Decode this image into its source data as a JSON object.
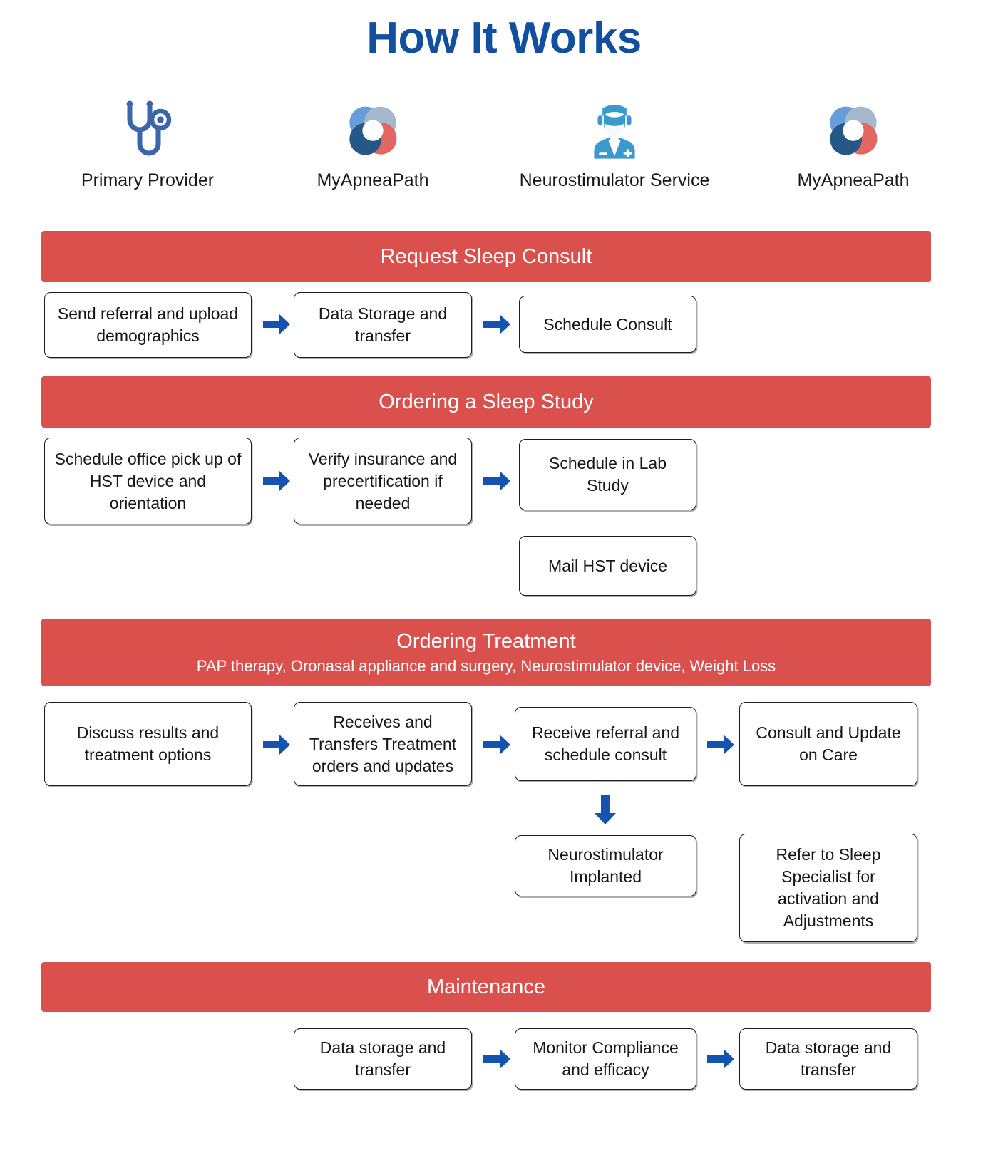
{
  "title": "How It Works",
  "colors": {
    "title_blue": "#11509e",
    "band_red": "#d9504d",
    "arrow_blue": "#1453b0",
    "box_border": "#1c1c1c",
    "stethoscope_blue": "#3b67aa",
    "doctor_blue": "#3a9ad0"
  },
  "columns": [
    {
      "icon": "stethoscope-icon",
      "label": "Primary Provider"
    },
    {
      "icon": "myapneapath-logo-icon",
      "label": "MyApneaPath"
    },
    {
      "icon": "doctor-mask-icon",
      "label": "Neurostimulator Service"
    },
    {
      "icon": "myapneapath-logo-icon",
      "label": "MyApneaPath"
    }
  ],
  "sections": [
    {
      "id": "request-sleep-consult",
      "title": "Request Sleep Consult",
      "subtitle": "",
      "boxes": [
        {
          "id": "send-referral",
          "text": "Send referral and upload demographics"
        },
        {
          "id": "data-storage-transfer",
          "text": "Data Storage and transfer"
        },
        {
          "id": "schedule-consult",
          "text": "Schedule Consult"
        }
      ]
    },
    {
      "id": "ordering-sleep-study",
      "title": "Ordering a Sleep Study",
      "subtitle": "",
      "boxes": [
        {
          "id": "schedule-office-pickup",
          "text": "Schedule office pick up of HST device and orientation"
        },
        {
          "id": "verify-insurance",
          "text": "Verify insurance and precertification if needed"
        },
        {
          "id": "schedule-in-lab-study",
          "text": "Schedule in Lab Study"
        },
        {
          "id": "mail-hst-device",
          "text": "Mail HST device"
        }
      ]
    },
    {
      "id": "ordering-treatment",
      "title": "Ordering Treatment",
      "subtitle": "PAP therapy, Oronasal appliance and surgery, Neurostimulator device, Weight Loss",
      "boxes": [
        {
          "id": "discuss-results",
          "text": "Discuss results and treatment options"
        },
        {
          "id": "receives-transfers-orders",
          "text": "Receives and Transfers Treatment orders and updates"
        },
        {
          "id": "receive-referral-schedule",
          "text": "Receive referral and schedule consult"
        },
        {
          "id": "consult-update-care",
          "text": "Consult and Update on Care"
        },
        {
          "id": "neurostimulator-implanted",
          "text": "Neurostimulator Implanted"
        },
        {
          "id": "refer-sleep-specialist",
          "text": "Refer to Sleep Specialist for activation and Adjustments"
        }
      ]
    },
    {
      "id": "maintenance",
      "title": "Maintenance",
      "subtitle": "",
      "boxes": [
        {
          "id": "data-storage-transfer-2",
          "text": "Data storage and transfer"
        },
        {
          "id": "monitor-compliance",
          "text": "Monitor Compliance and efficacy"
        },
        {
          "id": "data-storage-transfer-3",
          "text": "Data storage and transfer"
        }
      ]
    }
  ]
}
